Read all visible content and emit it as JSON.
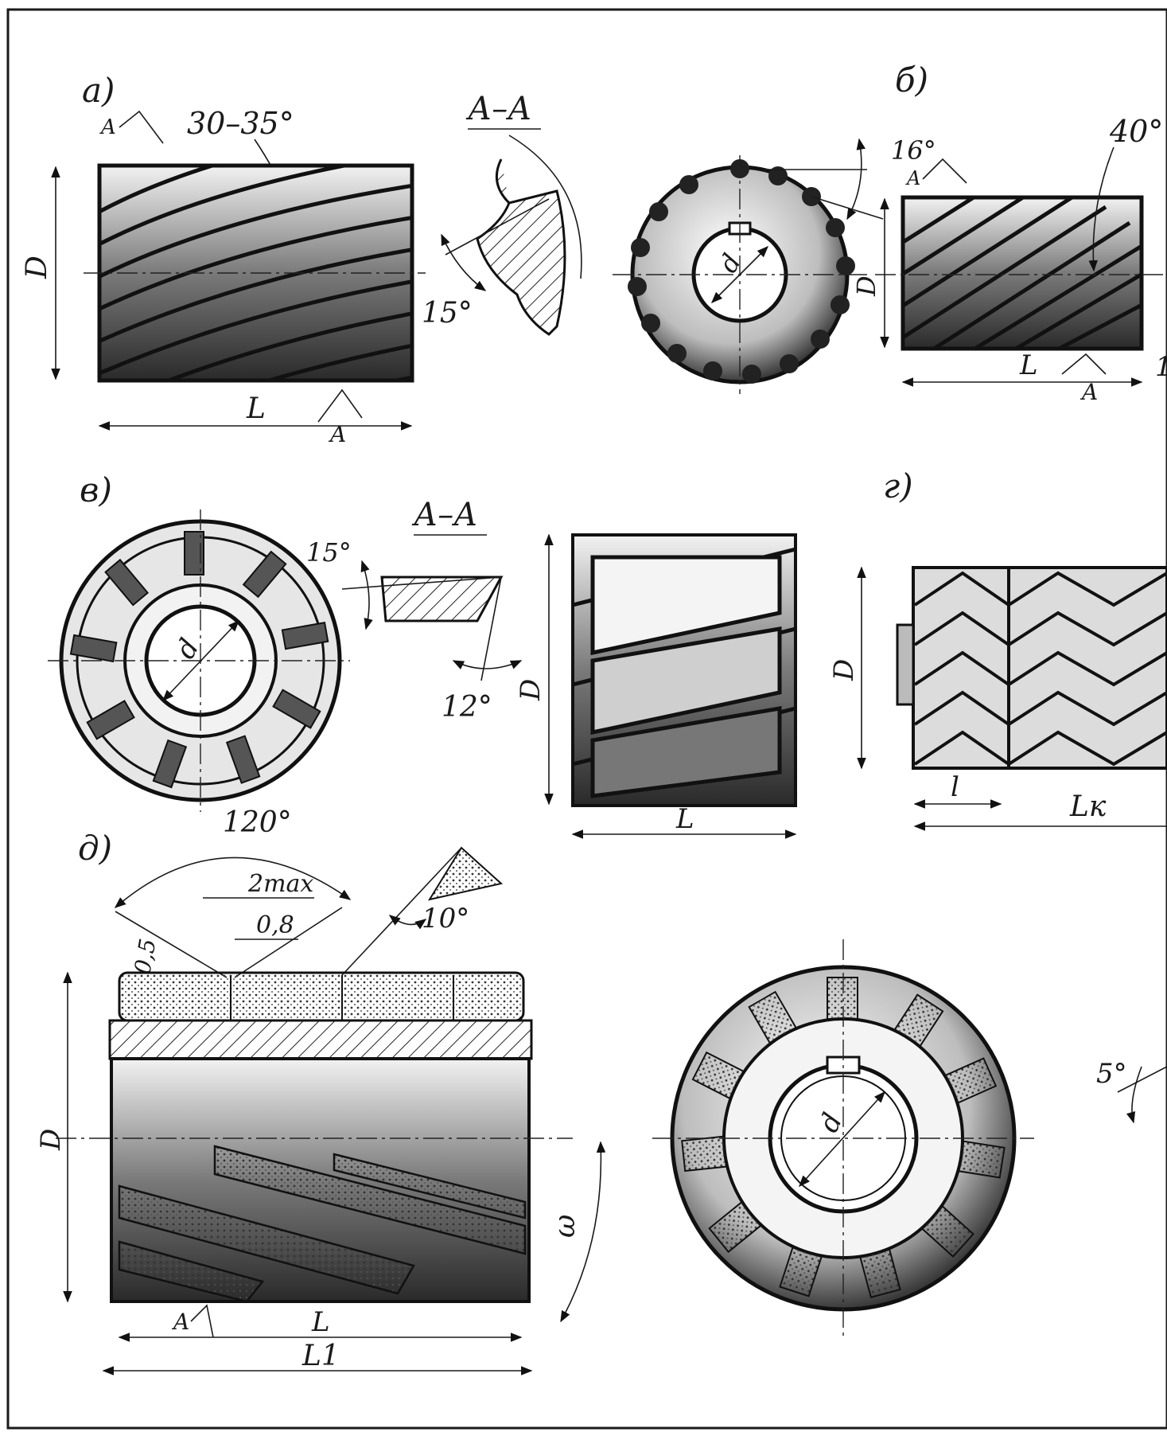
{
  "figure": {
    "border_color": "#1a1a1a",
    "panels": {
      "a": {
        "letter": "а)",
        "section_mark": "A",
        "section_mark_bottom": "A",
        "helix_angle": "30–35°",
        "section_title": "А–А",
        "section_angle": "15°",
        "dim_D": "D",
        "dim_L": "L"
      },
      "b": {
        "letter": "б)",
        "angle_top": "16°",
        "section_mark": "A",
        "helix_angle": "40°",
        "dim_d": "d",
        "dim_D": "D",
        "dim_L": "L",
        "section_mark_bottom": "A",
        "clipped_label": "1"
      },
      "v": {
        "letter": "в)",
        "section_title": "А–А",
        "angle_rake": "15°",
        "angle_clearance": "12°",
        "dim_d": "d",
        "dim_D": "D",
        "dim_L": "L"
      },
      "g": {
        "letter": "г)",
        "dim_D": "D",
        "dim_l": "l",
        "dim_Lk": "Lк"
      },
      "d": {
        "letter": "д)",
        "angle_tooth": "120°",
        "dim_2max": "2max",
        "dim_08": "0,8",
        "dim_05": "0,5",
        "angle_10": "10°",
        "dim_D": "D",
        "dim_omega": "ω",
        "section_mark": "A",
        "dim_L": "L",
        "dim_L1": "L1",
        "dim_d": "d",
        "angle_5": "5°"
      }
    }
  }
}
